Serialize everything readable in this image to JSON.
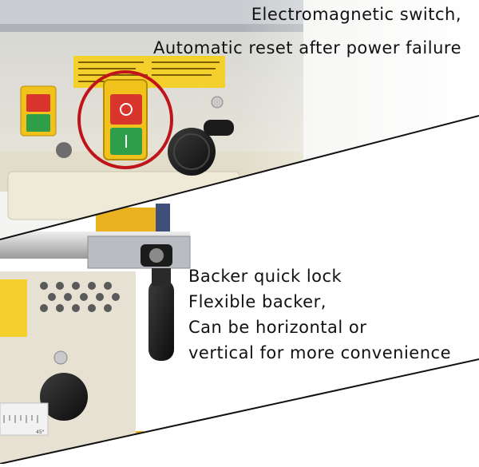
{
  "top_panel": {
    "caption_line_1": "Electromagnetic switch,",
    "caption_line_2": "Automatic reset after power failure"
  },
  "bottom_panel": {
    "caption_lines": [
      "Backer quick lock",
      "Flexible backer,",
      "Can be horizontal or",
      "vertical for more convenience"
    ],
    "scale_label": "45°"
  },
  "colors": {
    "highlight_circle": "#c0141b",
    "switch_housing": "#f1c21b",
    "stop_button": "#d9352c",
    "start_button": "#2f9e4a",
    "machine_body": "#e6e1d2",
    "divider": "#111111"
  },
  "icons": [
    "stop-button-icon",
    "start-button-icon",
    "knob-icon",
    "lock-handle-icon"
  ]
}
